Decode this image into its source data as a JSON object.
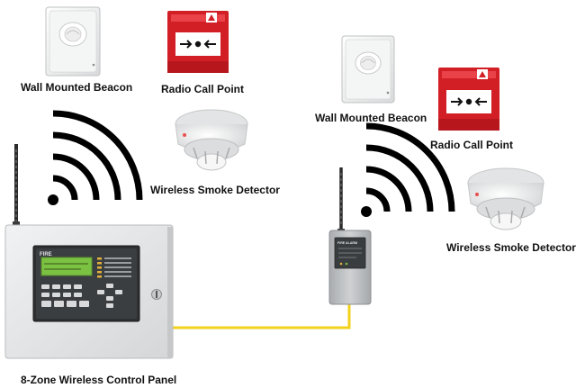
{
  "labels": {
    "beacon_left": "Wall Mounted Beacon",
    "callpoint_left": "Radio Call Point",
    "smoke_left": "Wireless Smoke Detector",
    "control_panel": "8-Zone Wireless Control Panel",
    "beacon_right": "Wall Mounted Beacon",
    "callpoint_right": "Radio Call Point",
    "smoke_right": "Wireless Smoke Detector"
  },
  "panel_brand": "FIRE",
  "expander_brand": "FIRE ALARM",
  "colors": {
    "signal_arcs": "#000000",
    "call_point_red": "#d21f26",
    "cable": "#f2d21b",
    "panel_body": "#e6e7e8",
    "panel_display": "#7cc242",
    "expander_body": "#b9bcbf"
  },
  "icons": {
    "signal": "wireless-signal-icon",
    "beacon": "wall-beacon-icon",
    "call_point": "manual-call-point-icon",
    "smoke_detector": "smoke-detector-icon",
    "control_panel": "fire-control-panel-icon",
    "expander": "wireless-expander-icon"
  }
}
